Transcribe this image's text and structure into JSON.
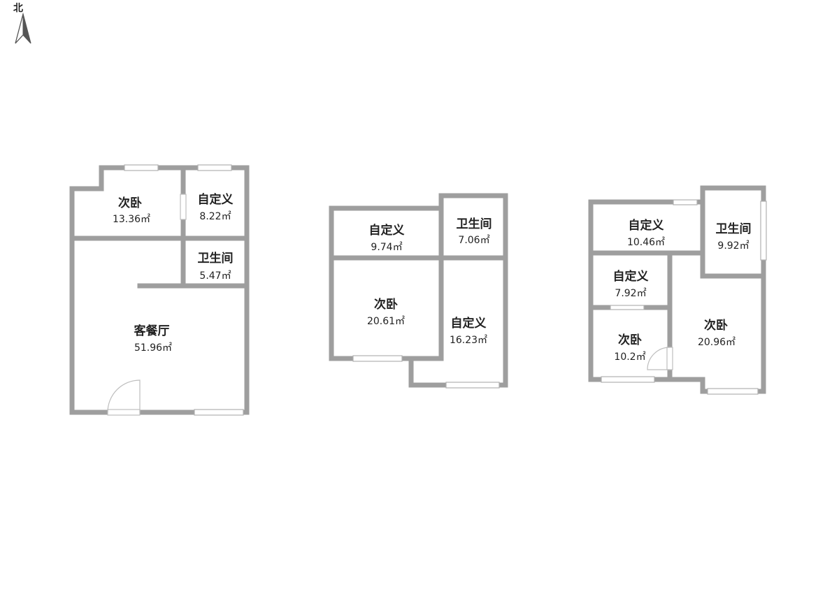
{
  "compass": {
    "label": "北"
  },
  "colors": {
    "wall": "#9e9e9e",
    "window": "#b0b0b0",
    "door": "#bdbdbd",
    "text": "#222222"
  },
  "floors": [
    {
      "rooms": [
        {
          "name": "次卧",
          "area": "13.36㎡"
        },
        {
          "name": "自定义",
          "area": "8.22㎡"
        },
        {
          "name": "卫生间",
          "area": "5.47㎡"
        },
        {
          "name": "客餐厅",
          "area": "51.96㎡"
        }
      ]
    },
    {
      "rooms": [
        {
          "name": "自定义",
          "area": "9.74㎡"
        },
        {
          "name": "卫生间",
          "area": "7.06㎡"
        },
        {
          "name": "次卧",
          "area": "20.61㎡"
        },
        {
          "name": "自定义",
          "area": "16.23㎡"
        }
      ]
    },
    {
      "rooms": [
        {
          "name": "自定义",
          "area": "10.46㎡"
        },
        {
          "name": "卫生间",
          "area": "9.92㎡"
        },
        {
          "name": "自定义",
          "area": "7.92㎡"
        },
        {
          "name": "次卧",
          "area": "20.96㎡"
        },
        {
          "name": "次卧",
          "area": "10.2㎡"
        }
      ]
    }
  ]
}
